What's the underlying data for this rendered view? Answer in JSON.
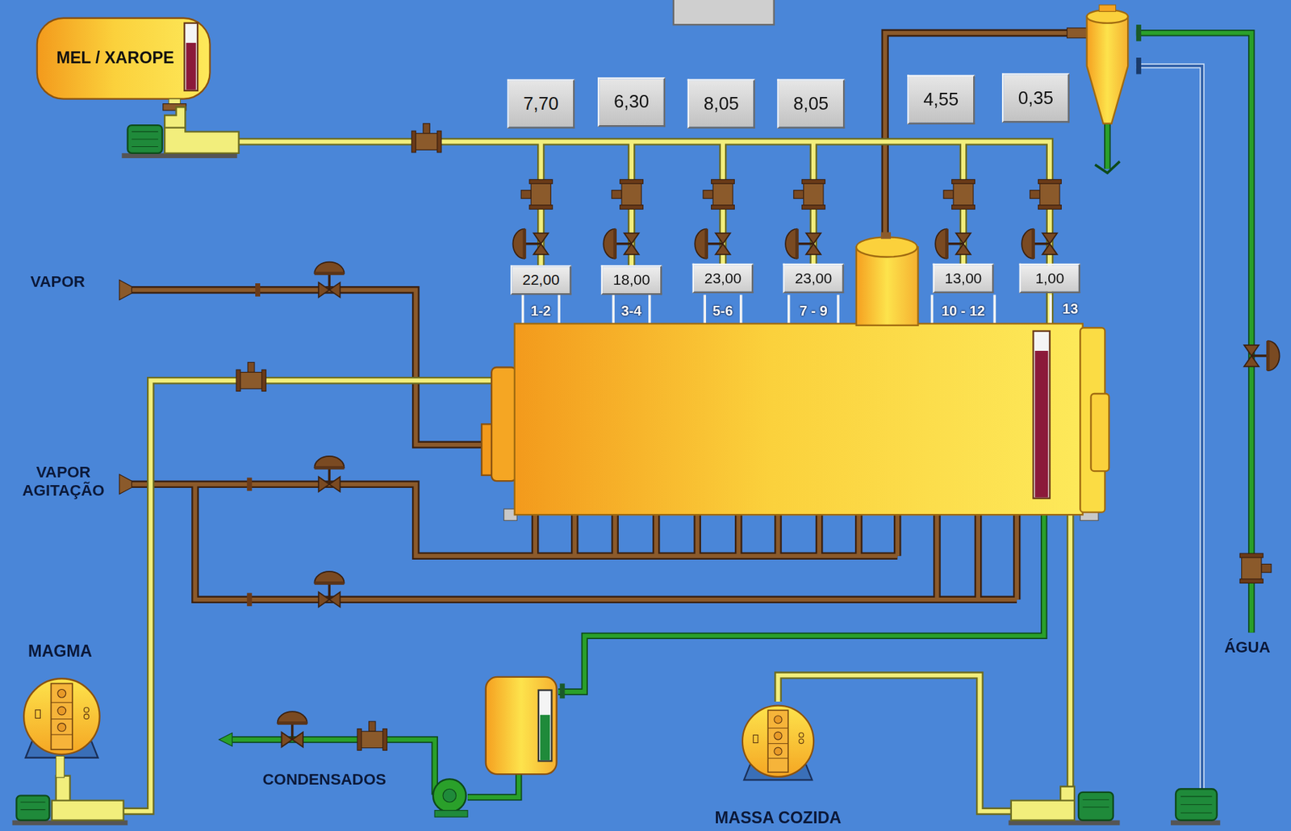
{
  "diagram": {
    "nodes": [
      {
        "text": [
          "MEL / XAROPE"
        ]
      },
      {
        "text": [
          "7,70"
        ]
      },
      {
        "text": [
          "6,30"
        ]
      },
      {
        "text": [
          "8,05"
        ]
      },
      {
        "text": [
          "8,05"
        ]
      },
      {
        "text": [
          "4,55"
        ]
      },
      {
        "text": [
          "0,35"
        ]
      },
      {
        "text": [
          "22,00"
        ]
      },
      {
        "text": [
          "18,00"
        ]
      },
      {
        "text": [
          "23,00"
        ]
      },
      {
        "text": [
          "23,00"
        ]
      },
      {
        "text": [
          "13,00"
        ]
      },
      {
        "text": [
          "1,00"
        ]
      },
      {
        "text": [
          "MAGMA"
        ]
      },
      {
        "text": [
          "MASSA COZIDA"
        ]
      }
    ],
    "labels": [
      "VAPOR",
      "VAPOR AGITAÇÃO",
      "CONDENSADOS",
      "ÁGUA",
      "1-2",
      "3-4",
      "5-6",
      "7 - 9",
      "10 - 12",
      "13"
    ]
  }
}
